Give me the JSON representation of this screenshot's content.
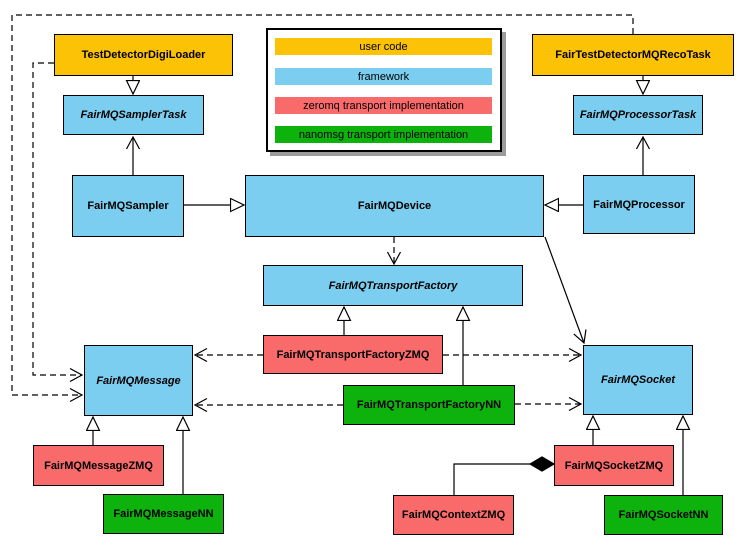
{
  "colors": {
    "user_code": "#FCC205",
    "framework": "#7CCEF0",
    "zeromq": "#F96B6B",
    "nanomsg": "#0DB20D",
    "border": "#000000",
    "background": "#FFFFFF"
  },
  "legend": {
    "items": [
      {
        "label": "user code",
        "color": "#FCC205"
      },
      {
        "label": "framework",
        "color": "#7CCEF0"
      },
      {
        "label": "zeromq transport implementation",
        "color": "#F96B6B"
      },
      {
        "label": "nanomsg transport implementation",
        "color": "#0DB20D"
      }
    ]
  },
  "nodes": {
    "test_detector_digi_loader": {
      "label": "TestDetectorDigiLoader",
      "category": "user code",
      "abstract": false
    },
    "fair_test_detector_mq_reco_task": {
      "label": "FairTestDetectorMQRecoTask",
      "category": "user code",
      "abstract": false
    },
    "sampler_task": {
      "label": "FairMQSamplerTask",
      "category": "framework",
      "abstract": true
    },
    "processor_task": {
      "label": "FairMQProcessorTask",
      "category": "framework",
      "abstract": true
    },
    "sampler": {
      "label": "FairMQSampler",
      "category": "framework",
      "abstract": false
    },
    "device": {
      "label": "FairMQDevice",
      "category": "framework",
      "abstract": false
    },
    "processor": {
      "label": "FairMQProcessor",
      "category": "framework",
      "abstract": false
    },
    "transport_factory": {
      "label": "FairMQTransportFactory",
      "category": "framework",
      "abstract": true
    },
    "transport_factory_zmq": {
      "label": "FairMQTransportFactoryZMQ",
      "category": "zeromq transport implementation",
      "abstract": false
    },
    "transport_factory_nn": {
      "label": "FairMQTransportFactoryNN",
      "category": "nanomsg transport implementation",
      "abstract": false
    },
    "message": {
      "label": "FairMQMessage",
      "category": "framework",
      "abstract": true
    },
    "socket": {
      "label": "FairMQSocket",
      "category": "framework",
      "abstract": true
    },
    "message_zmq": {
      "label": "FairMQMessageZMQ",
      "category": "zeromq transport implementation",
      "abstract": false
    },
    "message_nn": {
      "label": "FairMQMessageNN",
      "category": "nanomsg transport implementation",
      "abstract": false
    },
    "socket_zmq": {
      "label": "FairMQSocketZMQ",
      "category": "zeromq transport implementation",
      "abstract": false
    },
    "context_zmq": {
      "label": "FairMQContextZMQ",
      "category": "zeromq transport implementation",
      "abstract": false
    },
    "socket_nn": {
      "label": "FairMQSocketNN",
      "category": "nanomsg transport implementation",
      "abstract": false
    }
  },
  "edges": [
    {
      "from": "TestDetectorDigiLoader",
      "to": "FairMQSamplerTask",
      "relation": "inheritance",
      "line": "solid"
    },
    {
      "from": "FairTestDetectorMQRecoTask",
      "to": "FairMQProcessorTask",
      "relation": "inheritance",
      "line": "solid"
    },
    {
      "from": "FairMQSampler",
      "to": "FairMQSamplerTask",
      "relation": "association",
      "line": "solid"
    },
    {
      "from": "FairMQProcessor",
      "to": "FairMQProcessorTask",
      "relation": "association",
      "line": "solid"
    },
    {
      "from": "FairMQSampler",
      "to": "FairMQDevice",
      "relation": "inheritance",
      "line": "solid"
    },
    {
      "from": "FairMQProcessor",
      "to": "FairMQDevice",
      "relation": "inheritance",
      "line": "solid"
    },
    {
      "from": "FairMQDevice",
      "to": "FairMQTransportFactory",
      "relation": "dependency",
      "line": "dashed"
    },
    {
      "from": "FairMQDevice",
      "to": "FairMQSocket",
      "relation": "association",
      "line": "solid"
    },
    {
      "from": "FairMQTransportFactoryZMQ",
      "to": "FairMQTransportFactory",
      "relation": "inheritance",
      "line": "solid"
    },
    {
      "from": "FairMQTransportFactoryNN",
      "to": "FairMQTransportFactory",
      "relation": "inheritance",
      "line": "solid"
    },
    {
      "from": "FairMQTransportFactoryZMQ",
      "to": "FairMQMessage",
      "relation": "dependency",
      "line": "dashed"
    },
    {
      "from": "FairMQTransportFactoryZMQ",
      "to": "FairMQSocket",
      "relation": "dependency",
      "line": "dashed"
    },
    {
      "from": "FairMQTransportFactoryNN",
      "to": "FairMQMessage",
      "relation": "dependency",
      "line": "dashed"
    },
    {
      "from": "FairMQTransportFactoryNN",
      "to": "FairMQSocket",
      "relation": "dependency",
      "line": "dashed"
    },
    {
      "from": "TestDetectorDigiLoader",
      "to": "FairMQMessage",
      "relation": "dependency",
      "line": "dashed"
    },
    {
      "from": "FairTestDetectorMQRecoTask",
      "to": "FairMQMessage",
      "relation": "dependency",
      "line": "dashed"
    },
    {
      "from": "FairMQMessageZMQ",
      "to": "FairMQMessage",
      "relation": "inheritance",
      "line": "solid"
    },
    {
      "from": "FairMQMessageNN",
      "to": "FairMQMessage",
      "relation": "inheritance",
      "line": "solid"
    },
    {
      "from": "FairMQSocketZMQ",
      "to": "FairMQSocket",
      "relation": "inheritance",
      "line": "solid"
    },
    {
      "from": "FairMQSocketNN",
      "to": "FairMQSocket",
      "relation": "inheritance",
      "line": "solid"
    },
    {
      "from": "FairMQSocketZMQ",
      "to": "FairMQContextZMQ",
      "relation": "composition",
      "line": "solid"
    }
  ]
}
